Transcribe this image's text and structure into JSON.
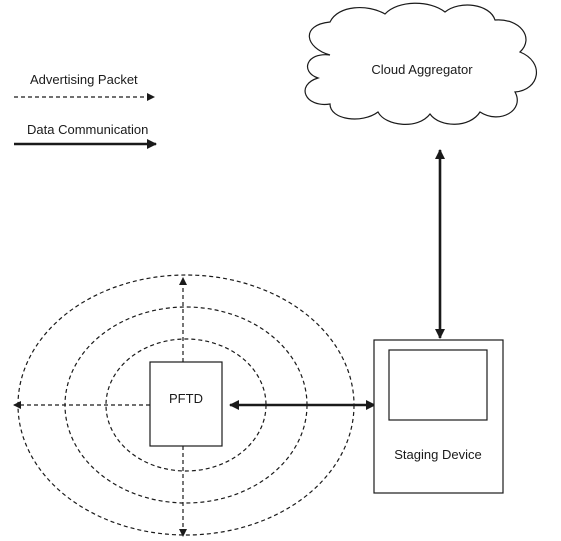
{
  "legend": {
    "advertising_packet": "Advertising Packet",
    "data_communication": "Data Communication"
  },
  "nodes": {
    "cloud": "Cloud Aggregator",
    "pftd": "PFTD",
    "staging": "Staging Device"
  },
  "colors": {
    "line": "#1a1a1a",
    "background": "#ffffff"
  }
}
